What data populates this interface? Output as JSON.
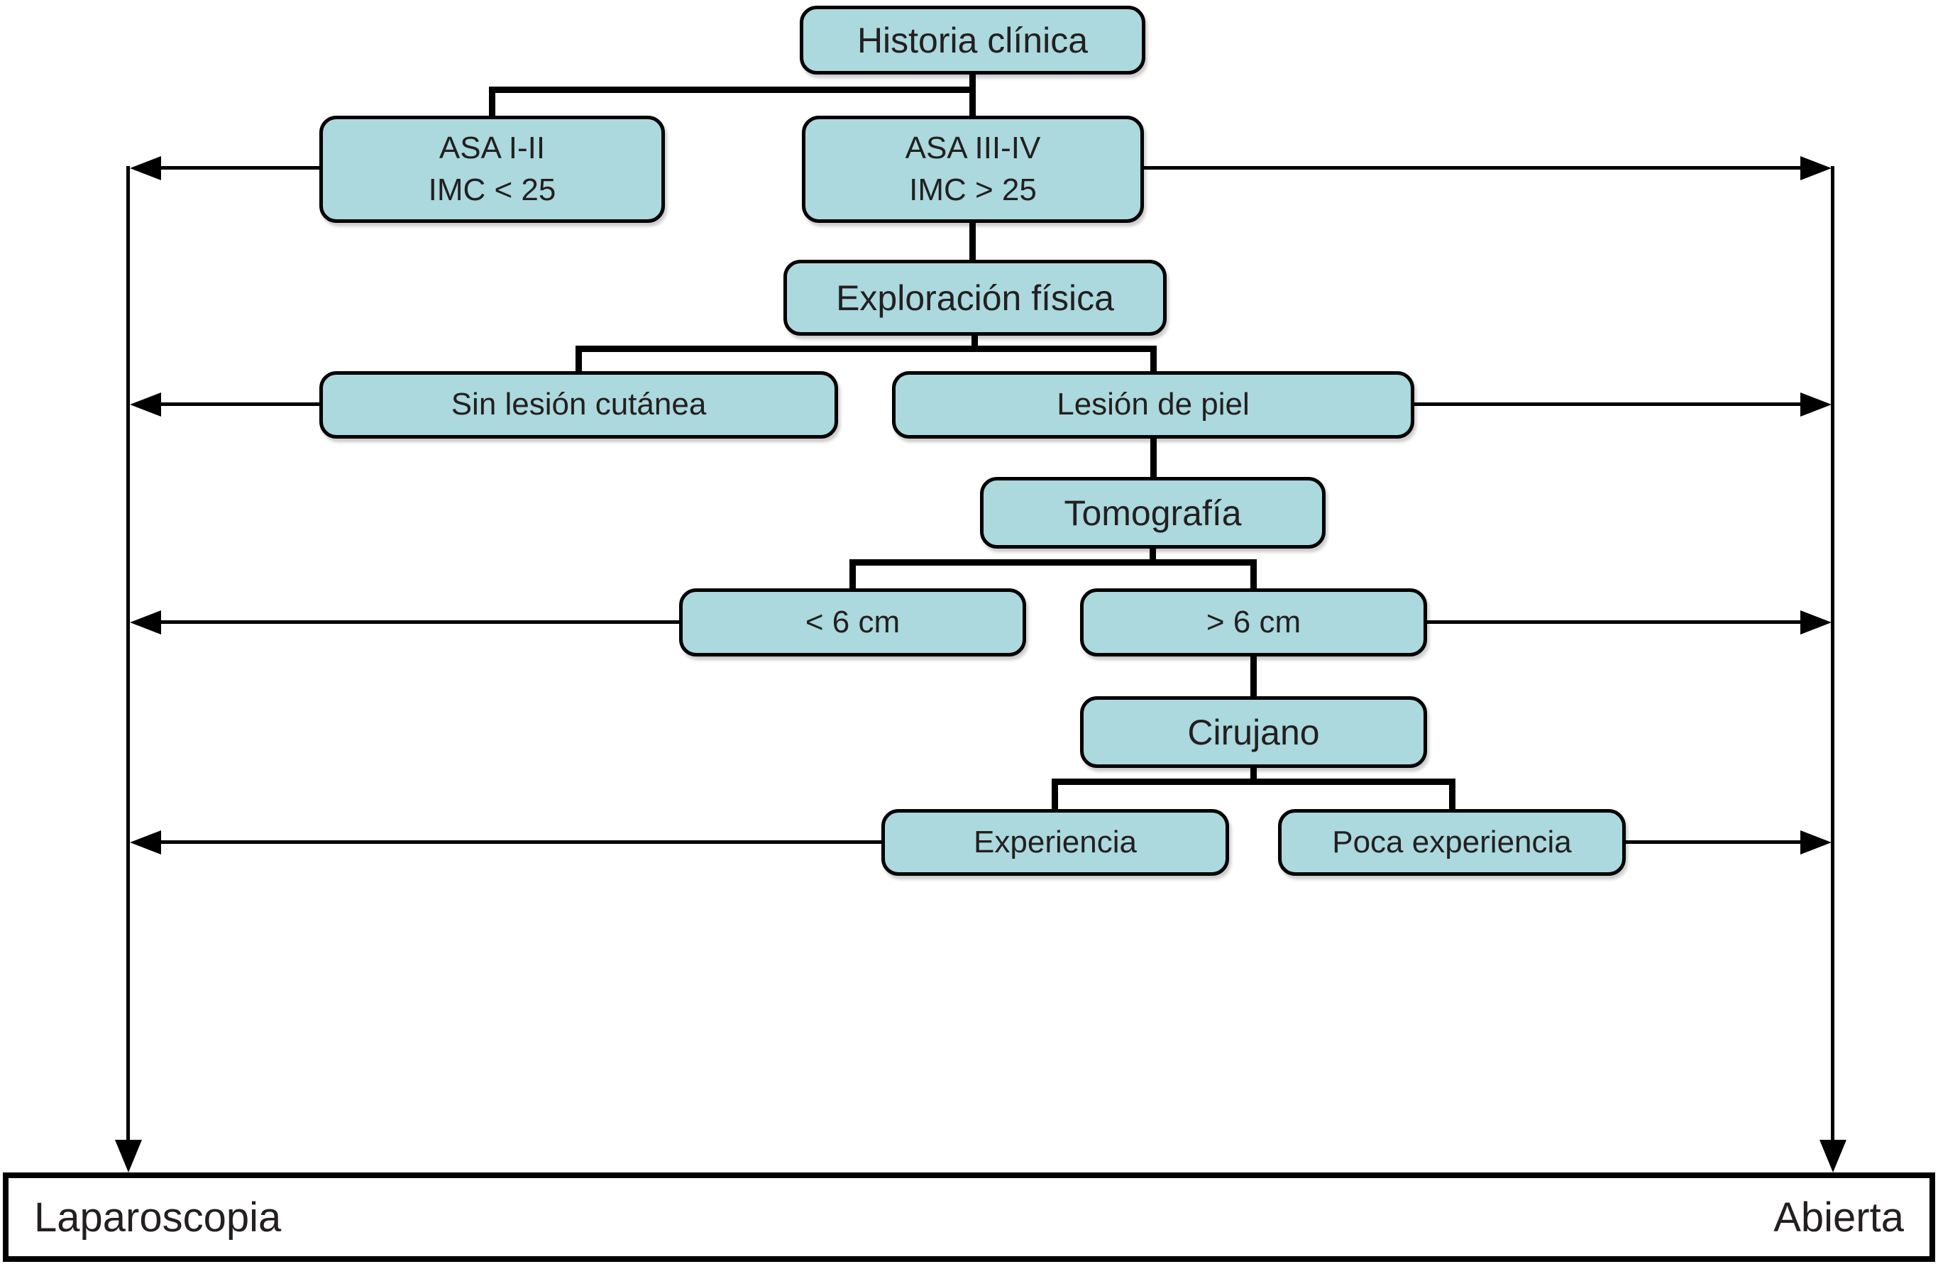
{
  "diagram": {
    "nodes": {
      "historia": {
        "label": "Historia clínica"
      },
      "asa_1_2": {
        "label": "ASA I-II\nIMC < 25"
      },
      "asa_3_4": {
        "label": "ASA III-IV\nIMC > 25"
      },
      "exploracion": {
        "label": "Exploración física"
      },
      "sin_lesion": {
        "label": "Sin lesión cutánea"
      },
      "lesion_piel": {
        "label": "Lesión de piel"
      },
      "tomografia": {
        "label": "Tomografía"
      },
      "menor_6cm": {
        "label": "< 6 cm"
      },
      "mayor_6cm": {
        "label": "> 6 cm"
      },
      "cirujano": {
        "label": "Cirujano"
      },
      "experiencia": {
        "label": "Experiencia"
      },
      "poca_experiencia": {
        "label": "Poca experiencia"
      }
    },
    "outcomes": {
      "left": "Laparoscopia",
      "right": "Abierta"
    },
    "colors": {
      "node_fill": "#abd9dd",
      "node_border": "#000000",
      "line": "#000000",
      "background": "#ffffff",
      "text": "#231f20"
    }
  }
}
